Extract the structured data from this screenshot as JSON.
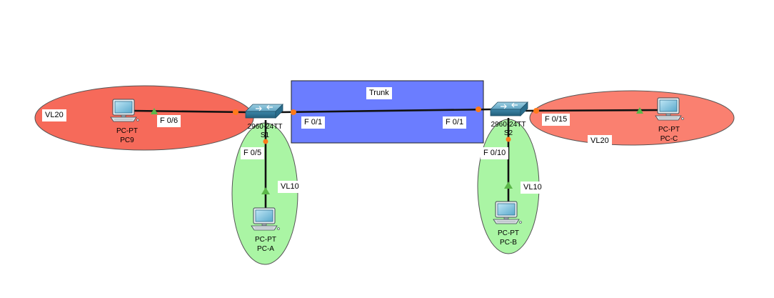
{
  "colors": {
    "vlan20_left": "#f66a5a",
    "vlan20_right": "#fa8070",
    "vlan10": "#aaf5a4",
    "trunk_box": "#6b7dff",
    "link": "#111111",
    "port_down": "#ff7a1a",
    "port_up": "#5cb84a"
  },
  "zones": {
    "vl20_left": "VL20",
    "vl20_right": "VL20",
    "vl10_left": "VL10",
    "vl10_right": "VL10",
    "trunk": "Trunk"
  },
  "switches": {
    "s1": {
      "model": "2960-24TT",
      "name": "S1",
      "icon": "switch-icon"
    },
    "s2": {
      "model": "2960-24TT",
      "name": "S2",
      "icon": "switch-icon"
    }
  },
  "pcs": {
    "pc9": {
      "model": "PC-PT",
      "name": "PC9",
      "icon": "pc-icon"
    },
    "pca": {
      "model": "PC-PT",
      "name": "PC-A",
      "icon": "pc-icon"
    },
    "pcb": {
      "model": "PC-PT",
      "name": "PC-B",
      "icon": "pc-icon"
    },
    "pcc": {
      "model": "PC-PT",
      "name": "PC-C",
      "icon": "pc-icon"
    }
  },
  "ports": {
    "s1_f06": "F 0/6",
    "s1_f05": "F 0/5",
    "s1_f01": "F 0/1",
    "s2_f01": "F 0/1",
    "s2_f010": "F 0/10",
    "s2_f015": "F 0/15"
  }
}
